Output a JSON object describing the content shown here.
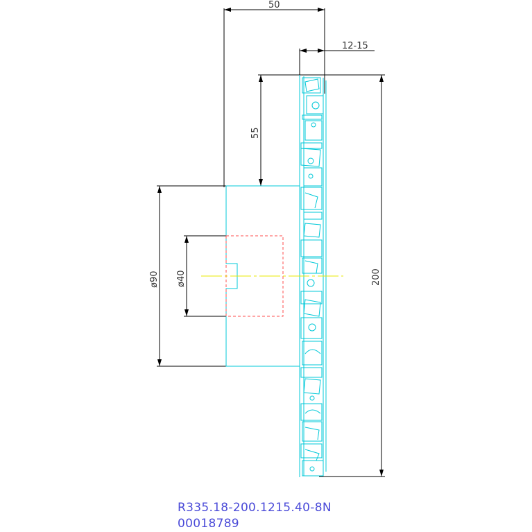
{
  "dimensions": {
    "width_top": "50",
    "width_insert": "12-15",
    "height_55": "55",
    "diameter_90": "ø90",
    "diameter_40": "ø40",
    "diameter_200": "200"
  },
  "part": {
    "code": "R335.18-200.1215.40-8N",
    "number": "00018789"
  },
  "colors": {
    "dimension_line": "#000000",
    "body_outline": "#00c8d8",
    "bore_hidden": "#ff4d4d",
    "centerline": "#e8e800",
    "label_text": "#4a4ad8"
  }
}
